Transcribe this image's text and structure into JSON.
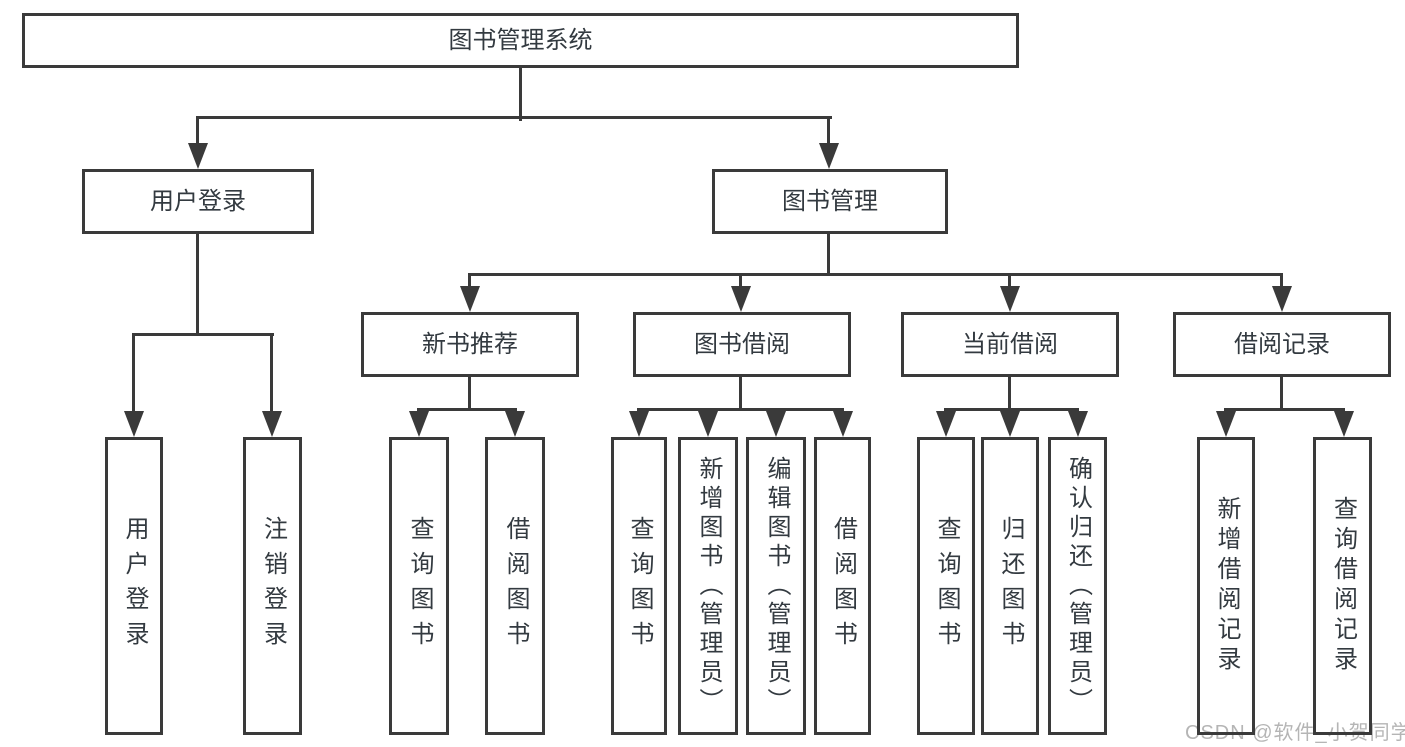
{
  "diagram": {
    "root": {
      "label": "图书管理系统"
    },
    "branches": [
      {
        "label": "用户登录",
        "children": [
          {
            "label": "用户登录"
          },
          {
            "label": "注销登录"
          }
        ]
      },
      {
        "label": "图书管理",
        "children": [
          {
            "label": "新书推荐",
            "children": [
              {
                "label": "查询图书"
              },
              {
                "label": "借阅图书"
              }
            ]
          },
          {
            "label": "图书借阅",
            "children": [
              {
                "label": "查询图书"
              },
              {
                "label": "新增图书（管理员）"
              },
              {
                "label": "编辑图书（管理员）"
              },
              {
                "label": "借阅图书"
              }
            ]
          },
          {
            "label": "当前借阅",
            "children": [
              {
                "label": "查询图书"
              },
              {
                "label": "归还图书"
              },
              {
                "label": "确认归还（管理员）"
              }
            ]
          },
          {
            "label": "借阅记录",
            "children": [
              {
                "label": "新增借阅记录"
              },
              {
                "label": "查询借阅记录"
              }
            ]
          }
        ]
      }
    ],
    "watermark": "CSDN @软件_小贺同学",
    "colors": {
      "line": "#3a3a3a",
      "box_border": "#3a3a3a",
      "text": "#333a40",
      "background": "#ffffff",
      "watermark": "#b5b5b5"
    }
  }
}
